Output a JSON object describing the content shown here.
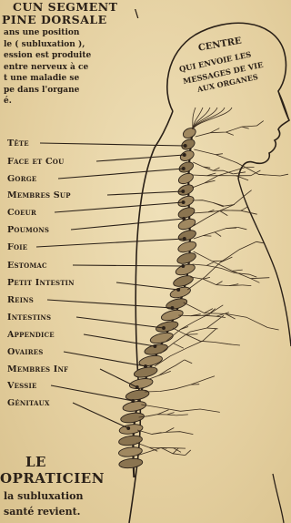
{
  "header": {
    "line1": "CUN SEGMENT",
    "line2": "PINE DORSALE"
  },
  "intro": [
    "ans une position",
    "le ( subluxation ),",
    "ession est produite",
    "entre nerveux à ce",
    "t une maladie se",
    "pe dans l'organe",
    "é."
  ],
  "brain": {
    "line1": "CENTRE",
    "line2": "QUI ENVOIE LES",
    "line3": "MESSAGES DE VIE",
    "line4": "AUX ORGANES"
  },
  "labels": [
    "Tête",
    "Face et Cou",
    "Gorge",
    "Membres Sup",
    "Coeur",
    "Poumons",
    "Foie",
    "Estomac",
    "Petit Intestin",
    "Reins",
    "Intestins",
    "Appendice",
    "Ovaires",
    "Membres Inf",
    "Vessie",
    "Génitaux"
  ],
  "footer": {
    "line1": "LE",
    "line2": "OPRATICIEN",
    "line3": "la subluxation",
    "line4": "santé revient."
  },
  "colors": {
    "paper": "#e6d4a8",
    "ink": "#2b2118"
  }
}
